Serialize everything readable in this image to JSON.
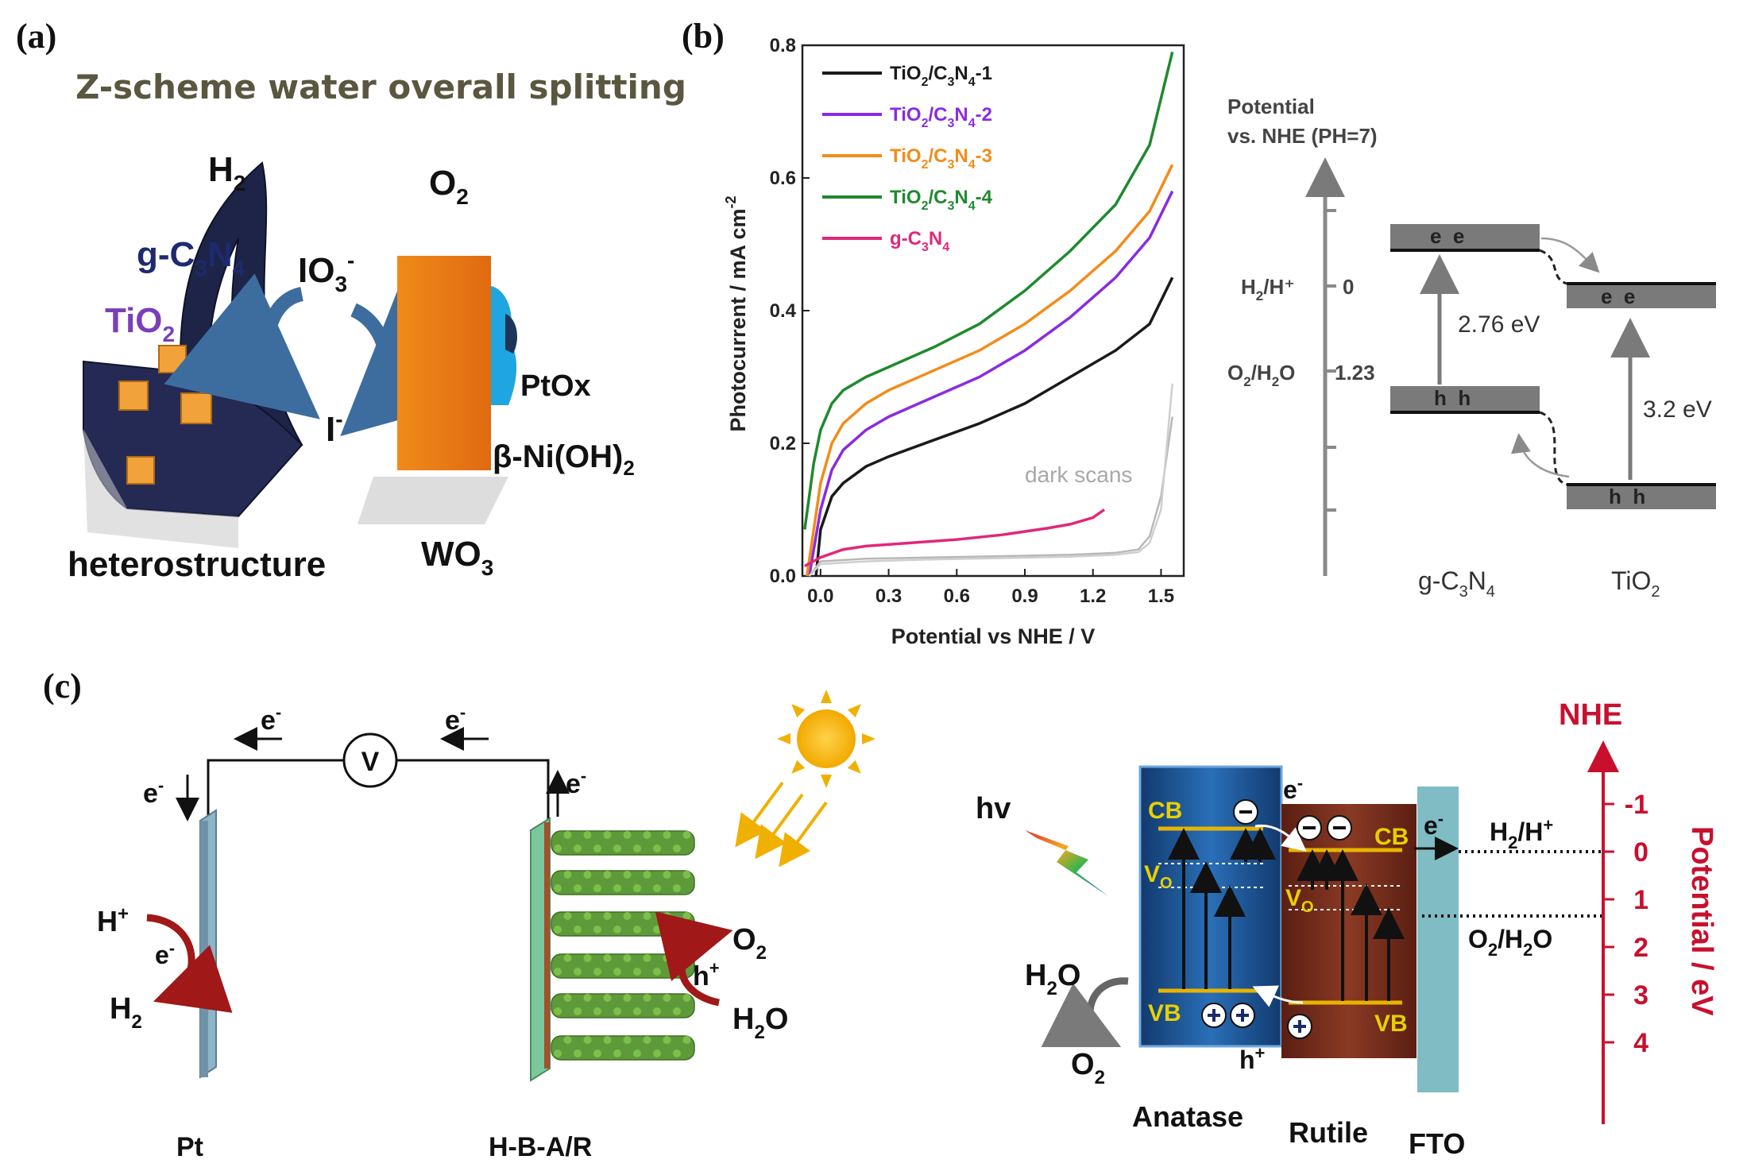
{
  "panel_labels": {
    "a": "(a)",
    "b": "(b)",
    "c": "(c)"
  },
  "panel_a": {
    "title": "Z-scheme water overall splitting",
    "h2": "H",
    "h2_sub": "2",
    "o2": "O",
    "o2_sub": "2",
    "gc3n4": "g-C",
    "gc3n4_sub1": "3",
    "gc3n4_mid": "N",
    "gc3n4_sub2": "4",
    "tio2": "TiO",
    "tio2_sub": "2",
    "io3": "IO",
    "io3_sub": "3",
    "io3_sup": "-",
    "i_minus": "I",
    "i_minus_sup": "-",
    "ptox": "PtOx",
    "nioh": "β-Ni(OH)",
    "nioh_sub": "2",
    "heterostructure": "heterostructure",
    "wo3": "WO",
    "wo3_sub": "3"
  },
  "panel_b": {
    "dark_scans": "dark scans",
    "energy": {
      "axis_title_1": "Potential",
      "axis_title_2": "vs. NHE (PH=7)",
      "h2_label": "H",
      "h2_sub": "2",
      "h2_rest": "/H⁺",
      "zero": "0",
      "o2_label": "O",
      "o2_sub": "2",
      "o2_rest": "/H",
      "o2_sub2": "2",
      "o2_end": "O",
      "o2_value": "1.23",
      "gcn_cb": "e  e",
      "gcn_vb": "h  h",
      "tio2_cb": "e  e",
      "tio2_vb": "h  h",
      "gap_gcn": "2.76 eV",
      "gap_tio2": "3.2 eV",
      "gcn_label": "g-C",
      "gcn_sub1": "3",
      "gcn_mid": "N",
      "gcn_sub2": "4",
      "tio2_label": "TiO",
      "tio2_sub": "2"
    }
  },
  "chart_data": {
    "type": "line",
    "xlabel": "Potential vs NHE / V",
    "ylabel": "Photocurrent / mA cm",
    "ylabel_sup": "-2",
    "xlim": [
      -0.08,
      1.6
    ],
    "ylim": [
      0,
      0.8
    ],
    "x_ticks": [
      "0.0",
      "0.3",
      "0.6",
      "0.9",
      "1.2",
      "1.5"
    ],
    "y_ticks": [
      "0.0",
      "0.2",
      "0.4",
      "0.6",
      "0.8"
    ],
    "legend_position": "top-left",
    "series": [
      {
        "name": "TiO2/C3N4-1",
        "color": "#1a1a1a",
        "legend": [
          "TiO",
          "2",
          "/C",
          "3",
          "N",
          "4",
          "-1"
        ],
        "x": [
          -0.02,
          0.0,
          0.05,
          0.1,
          0.2,
          0.3,
          0.5,
          0.7,
          0.9,
          1.1,
          1.3,
          1.45,
          1.55
        ],
        "y": [
          0.0,
          0.07,
          0.12,
          0.14,
          0.165,
          0.18,
          0.205,
          0.23,
          0.26,
          0.3,
          0.34,
          0.38,
          0.45
        ]
      },
      {
        "name": "TiO2/C3N4-2",
        "color": "#8a2be2",
        "legend": [
          "TiO",
          "2",
          "/C",
          "3",
          "N",
          "4",
          "-2"
        ],
        "x": [
          -0.05,
          0.0,
          0.05,
          0.1,
          0.2,
          0.3,
          0.5,
          0.7,
          0.9,
          1.1,
          1.3,
          1.45,
          1.55
        ],
        "y": [
          0.0,
          0.1,
          0.16,
          0.19,
          0.22,
          0.24,
          0.27,
          0.3,
          0.34,
          0.39,
          0.45,
          0.51,
          0.58
        ]
      },
      {
        "name": "TiO2/C3N4-3",
        "color": "#f28c1a",
        "legend": [
          "TiO",
          "2",
          "/C",
          "3",
          "N",
          "4",
          "-3"
        ],
        "x": [
          -0.06,
          0.0,
          0.05,
          0.1,
          0.2,
          0.3,
          0.5,
          0.7,
          0.9,
          1.1,
          1.3,
          1.45,
          1.55
        ],
        "y": [
          0.0,
          0.14,
          0.2,
          0.23,
          0.26,
          0.28,
          0.31,
          0.34,
          0.38,
          0.43,
          0.49,
          0.55,
          0.62
        ]
      },
      {
        "name": "TiO2/C3N4-4",
        "color": "#1e8a2e",
        "legend": [
          "TiO",
          "2",
          "/C",
          "3",
          "N",
          "4",
          "-4"
        ],
        "x": [
          -0.07,
          -0.03,
          0.0,
          0.05,
          0.1,
          0.2,
          0.3,
          0.5,
          0.7,
          0.9,
          1.1,
          1.3,
          1.45,
          1.55
        ],
        "y": [
          0.07,
          0.17,
          0.22,
          0.26,
          0.28,
          0.3,
          0.315,
          0.345,
          0.38,
          0.43,
          0.49,
          0.56,
          0.65,
          0.79
        ]
      },
      {
        "name": "g-C3N4",
        "color": "#e0287a",
        "legend": [
          "g-C",
          "3",
          "N",
          "4",
          ""
        ],
        "x": [
          -0.07,
          0.0,
          0.1,
          0.2,
          0.4,
          0.6,
          0.8,
          1.0,
          1.1,
          1.2,
          1.25
        ],
        "y": [
          0.015,
          0.028,
          0.04,
          0.045,
          0.05,
          0.055,
          0.062,
          0.072,
          0.078,
          0.088,
          0.1
        ]
      },
      {
        "name": "dark scans",
        "color": "#b8b8b8",
        "legend": null,
        "x": [
          -0.05,
          0.0,
          0.2,
          0.5,
          0.8,
          1.1,
          1.3,
          1.4,
          1.45,
          1.5,
          1.55
        ],
        "y": [
          0.0,
          0.022,
          0.026,
          0.028,
          0.03,
          0.032,
          0.035,
          0.04,
          0.06,
          0.12,
          0.24
        ]
      },
      {
        "name": "dark scans",
        "color": "#cfcfcf",
        "legend": null,
        "x": [
          -0.05,
          0.0,
          0.2,
          0.5,
          0.8,
          1.1,
          1.3,
          1.4,
          1.45,
          1.5,
          1.55
        ],
        "y": [
          0.0,
          0.018,
          0.022,
          0.025,
          0.027,
          0.029,
          0.032,
          0.036,
          0.05,
          0.1,
          0.29
        ]
      }
    ]
  },
  "panel_c": {
    "circuit": {
      "e_left": "e",
      "e_mid": "e",
      "e_down": "e",
      "e_up": "e",
      "voltmeter": "V",
      "h_plus": "H",
      "h_plus_sup": "+",
      "e_on_pt": "e",
      "h2": "H",
      "h2_sub": "2",
      "o2": "O",
      "o2_sub": "2",
      "h_plus_photo": "h",
      "h2o": "H",
      "h2o_sub": "2",
      "h2o_end": "O",
      "pt_label": "Pt",
      "hba_label": "H-B-A/R"
    },
    "band": {
      "hv": "hv",
      "cb_a": "CB",
      "vo_a": "V",
      "vo_a_sub": "O",
      "vb_a": "VB",
      "cb_r": "CB",
      "vo_r": "V",
      "vo_r_sub": "O",
      "vb_r": "VB",
      "e_top": "e",
      "e_fto": "e",
      "h_bottom": "h",
      "h2o": "H",
      "h2o_sub": "2",
      "h2o_end": "O",
      "o2": "O",
      "o2_sub": "2",
      "h2h": "H",
      "h2h_sub": "2",
      "h2h_rest": "/H",
      "o2h2o": "O",
      "o2h2o_sub": "2",
      "o2h2o_rest": "/H",
      "o2h2o_sub2": "2",
      "o2h2o_end": "O",
      "anatase": "Anatase",
      "rutile": "Rutile",
      "fto": "FTO",
      "nhe": "NHE",
      "potential": "Potential / eV",
      "scale": [
        "-1",
        "0",
        "1",
        "2",
        "3",
        "4"
      ],
      "red": "#c8102e"
    }
  }
}
